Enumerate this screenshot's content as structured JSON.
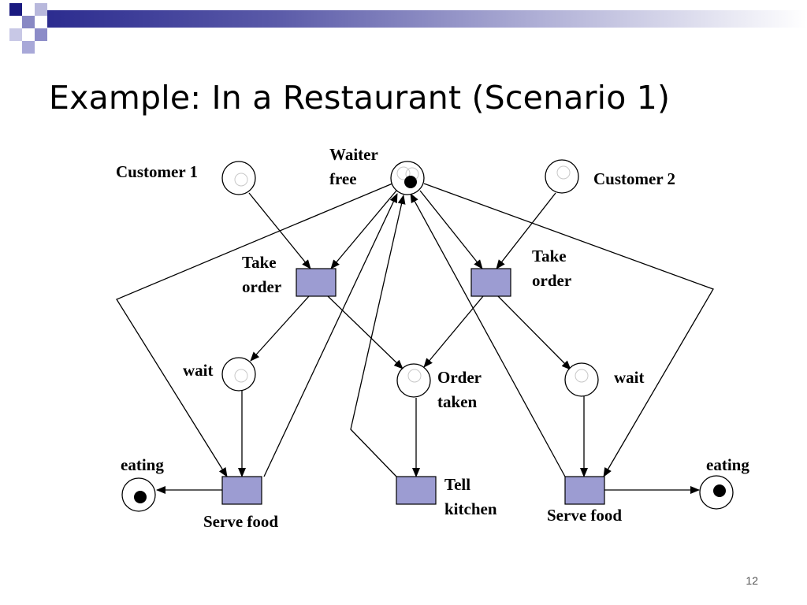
{
  "slide": {
    "title": "Example: In a Restaurant (Scenario 1)",
    "page_number": "12"
  },
  "diagram": {
    "labels": {
      "customer1": "Customer 1",
      "waiter_free_1": "Waiter",
      "waiter_free_2": "free",
      "customer2": "Customer 2",
      "take_order_left_1": "Take",
      "take_order_left_2": "order",
      "take_order_right_1": "Take",
      "take_order_right_2": "order",
      "wait_left": "wait",
      "wait_right": "wait",
      "order_taken_1": "Order",
      "order_taken_2": "taken",
      "eating_left": "eating",
      "eating_right": "eating",
      "serve_food_left": "Serve food",
      "serve_food_right": "Serve food",
      "tell_kitchen_1": "Tell",
      "tell_kitchen_2": "kitchen"
    },
    "tokens": {
      "customer1": 0,
      "waiter_free": 1,
      "customer2": 0,
      "wait_left": 0,
      "order_taken": 0,
      "wait_right": 0,
      "eating_left": 1,
      "eating_right": 1
    },
    "colors": {
      "transition_fill": "#9c9cd2",
      "line": "#000000"
    }
  }
}
